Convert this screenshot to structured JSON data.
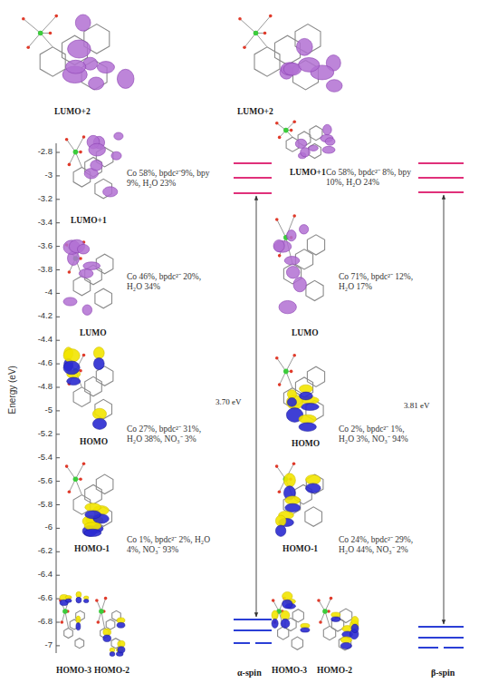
{
  "diagram": {
    "labels": [
      "LUMO+2",
      "LUMO+2",
      "LUMO+1",
      "Co 58%, bpdc²⁻9%, bpy 9%, H₂O 23%",
      "LUMO+1",
      "Co 58%, bpdc²⁻ 8%, bpy 10%, H₂O 24%",
      "LUMO",
      "Co 46%, bpdc²⁻ 20%, H₂O 34%",
      "LUMO",
      "Co 71%, bpdc²⁻ 12%, H₂O 17%",
      "HOMO",
      "Co 27%, bpdc²⁻ 31%, H₂O 38%, NO₃⁻ 3%",
      "HOMO",
      "Co 2%, bpdc²⁻ 1%, H₂O 3%, NO₃⁻ 94%",
      "HOMO-1",
      "Co 1%, bpdc²⁻ 2%, H₂O 4%, NO₃⁻ 93%",
      "HOMO-1",
      "Co 24%, bpdc²⁻ 29%, H₂O 44%, NO₃⁻ 2%",
      "3.70 eV",
      "3.81 eV",
      "Energy (eV)",
      "-2.8",
      "-3",
      "-3.2",
      "-3.4",
      "-3.6",
      "-3.8",
      "-4",
      "-4.2",
      "-4.4",
      "-4.6",
      "-4.8",
      "-5",
      "-5.2",
      "-5.4",
      "-5.6",
      "-5.8",
      "-6",
      "-6.2",
      "-6.4",
      "-6.6",
      "-6.8",
      "-7",
      "HOMO-3",
      "HOMO-2",
      "HOMO-3",
      "HOMO-2",
      "α-spin",
      "β-spin"
    ]
  }
}
